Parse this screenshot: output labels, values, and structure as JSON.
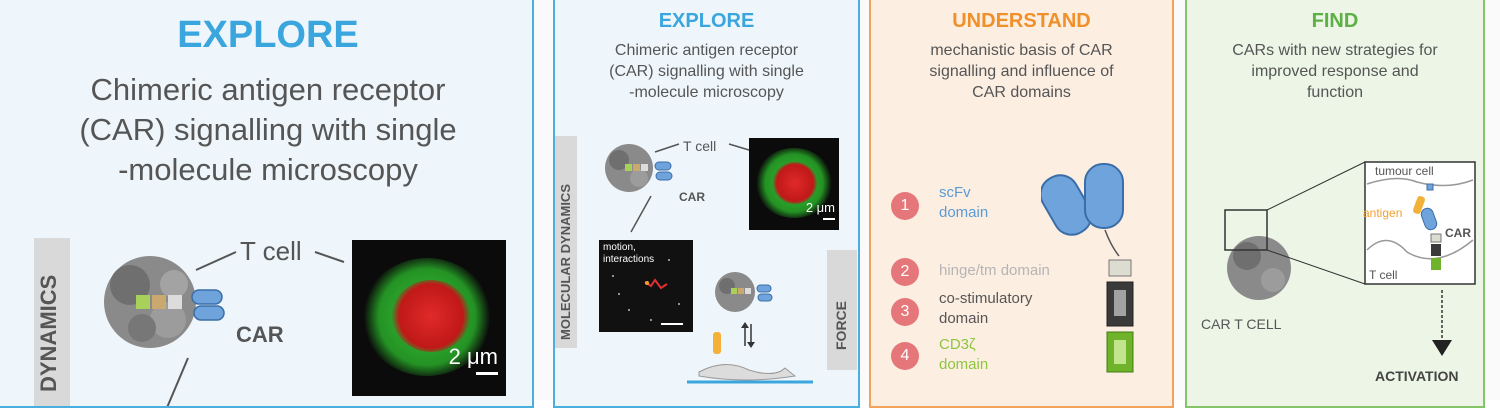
{
  "left_panel": {
    "title": "EXPLORE",
    "desc_lines": [
      "Chimeric antigen receptor",
      "(CAR) signalling with single",
      "-molecule microscopy"
    ],
    "side_label": "DYNAMICS",
    "tcell_label": "T cell",
    "car_label": "CAR",
    "scale_label": "2 μm"
  },
  "explore_panel": {
    "title": "EXPLORE",
    "desc_lines": [
      "Chimeric antigen receptor",
      "(CAR) signalling with single",
      "-molecule microscopy"
    ],
    "side_label": "MOLECULAR DYNAMICS",
    "force_label": "FORCE",
    "tcell_label": "T cell",
    "car_label": "CAR",
    "scale_label": "2 μm",
    "motion_label_1": "motion,",
    "motion_label_2": "interactions"
  },
  "understand_panel": {
    "title": "UNDERSTAND",
    "desc_lines": [
      "mechanistic basis of CAR",
      "signalling and influence of",
      "CAR domains"
    ],
    "domains": [
      {
        "num": "1",
        "line1": "scFv",
        "line2": "domain",
        "color": "#5b9bd5"
      },
      {
        "num": "2",
        "line1": "hinge/tm domain",
        "line2": "",
        "color": "#b5b5b5"
      },
      {
        "num": "3",
        "line1": "co-stimulatory",
        "line2": "domain",
        "color": "#555555"
      },
      {
        "num": "4",
        "line1": "CD3ζ",
        "line2": "domain",
        "color": "#8cc63f"
      }
    ]
  },
  "find_panel": {
    "title": "FIND",
    "desc_lines": [
      "CARs with new strategies for",
      "improved response and",
      "function"
    ],
    "car_tcell_label": "CAR T CELL",
    "tumour_label": "tumour cell",
    "antigen_label": "antigen",
    "car_label": "CAR",
    "tcell_label": "T cell",
    "activation_label": "ACTIVATION"
  },
  "colors": {
    "explore_title": "#3aa6dd",
    "understand_title": "#f0902b",
    "find_title": "#5db043",
    "explore_border": "#4aaee0",
    "understand_border": "#f3a25b",
    "find_border": "#86c46a"
  }
}
